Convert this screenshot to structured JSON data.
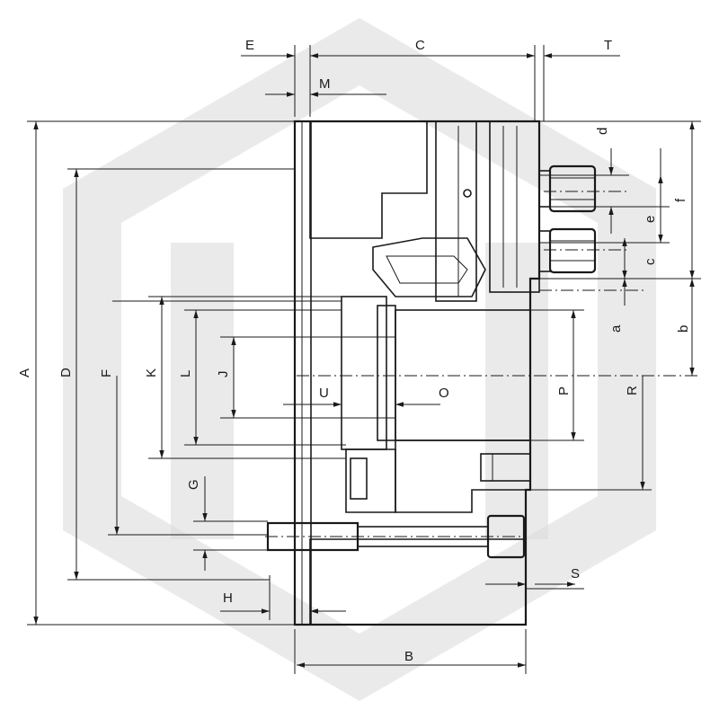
{
  "labels": {
    "A": "A",
    "B": "B",
    "C": "C",
    "D": "D",
    "E": "E",
    "F": "F",
    "G": "G",
    "H": "H",
    "J": "J",
    "K": "K",
    "L": "L",
    "M": "M",
    "O": "O",
    "P": "P",
    "R": "R",
    "S": "S",
    "T": "T",
    "U": "U",
    "a": "a",
    "b": "b",
    "c": "c",
    "d": "d",
    "e": "e",
    "f": "f"
  }
}
